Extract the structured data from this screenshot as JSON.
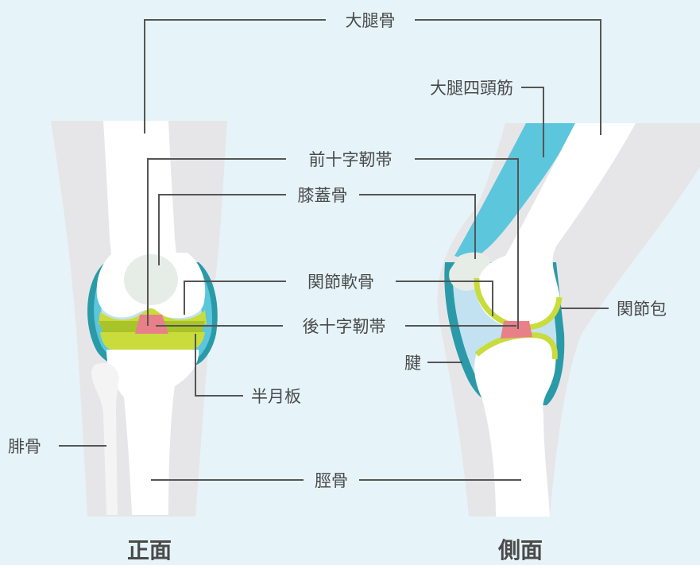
{
  "labels": {
    "femur": "大腿骨",
    "quadriceps": "大腿四頭筋",
    "acl": "前十字靭帯",
    "patella": "膝蓋骨",
    "cartilage": "関節軟骨",
    "capsule": "関節包",
    "pcl": "後十字靭帯",
    "tendon": "腱",
    "meniscus": "半月板",
    "fibula": "腓骨",
    "tibia": "脛骨"
  },
  "views": {
    "front": "正面",
    "side": "側面"
  },
  "colors": {
    "background": "#e6f4fa",
    "skin": "#e6e6e8",
    "bone": "#ffffff",
    "cyan": "#5cc6dc",
    "teal": "#2a9aa8",
    "cartilage": "#c9dc3c",
    "ligament": "#e8808a",
    "synovial": "#c2e2f2",
    "patella": "#e6ece6"
  }
}
